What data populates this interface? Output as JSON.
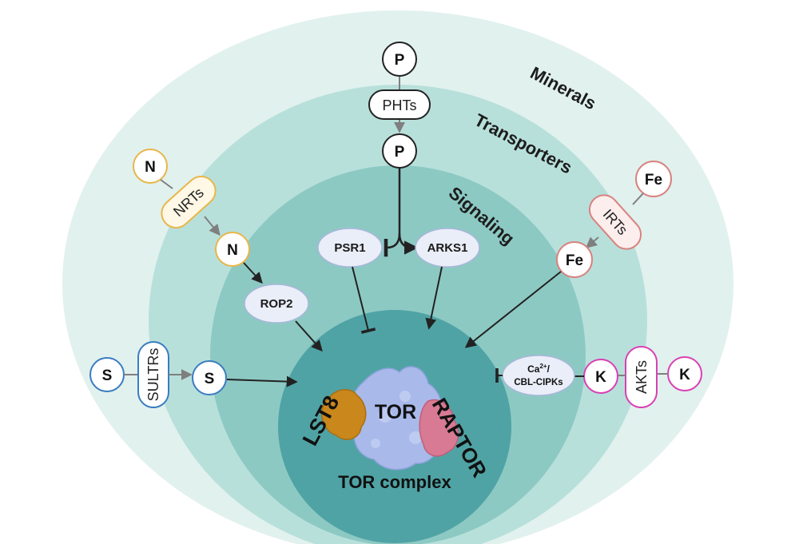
{
  "colors": {
    "minerals_ring": "#e1f1ee",
    "transporters_ring": "#b8e0db",
    "signaling_ring": "#8dc9c3",
    "core": "#50a3a5",
    "nitrogen": "#e8b64a",
    "phosphorus": "#222222",
    "iron": "#d8837f",
    "sulfur": "#3a7cc0",
    "potassium": "#d940b3",
    "signal_node_fill": "#e9eef8",
    "signal_node_stroke": "#a9b6db",
    "lst8": "#c9871c",
    "tor": "#a9b9ea",
    "raptor": "#d87a93"
  },
  "rings": {
    "minerals": "Minerals",
    "transporters": "Transporters",
    "signaling": "Signaling"
  },
  "nutrients": {
    "p_outer": "P",
    "p_inner": "P",
    "n_outer": "N",
    "n_inner": "N",
    "fe_outer": "Fe",
    "fe_inner": "Fe",
    "s_outer": "S",
    "s_inner": "S",
    "k_outer": "K",
    "k_inner": "K"
  },
  "transporters": {
    "phts": "PHTs",
    "nrts": "NRTs",
    "irts": "IRTs",
    "sultrs": "SULTRs",
    "akts": "AKTs"
  },
  "signaling": {
    "psr1": "PSR1",
    "arks1": "ARKS1",
    "rop2": "ROP2",
    "ca_line1_base": "Ca",
    "ca_line1_sup": "2+",
    "ca_line1_tail": "/",
    "ca_line2": "CBL-CIPKs"
  },
  "complex": {
    "lst8": "LST8",
    "tor": "TOR",
    "raptor": "RAPTOR",
    "title": "TOR complex"
  }
}
